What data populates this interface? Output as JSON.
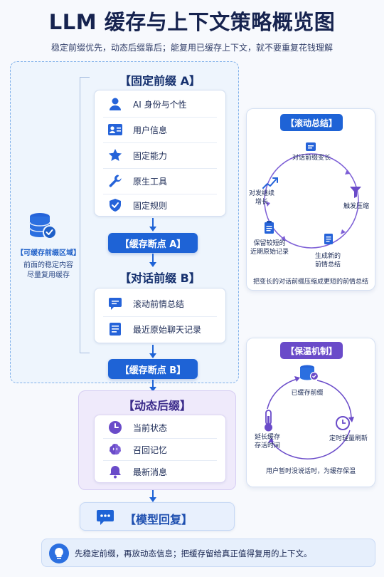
{
  "header": {
    "title": "LLM 缓存与上下文策略概览图",
    "subtitle": "稳定前缀优先，动态后缀靠后；能复用已缓存上下文，就不要重复花钱理解"
  },
  "cache_zone": {
    "label": "【可缓存前缀区域】",
    "desc_line1": "前面的稳定内容",
    "desc_line2": "尽量复用缓存"
  },
  "fixed_prefix": {
    "title": "【固定前缀 A】",
    "items": [
      {
        "icon": "person-icon",
        "label": "AI 身份与个性"
      },
      {
        "icon": "id-card-icon",
        "label": "用户信息"
      },
      {
        "icon": "star-icon",
        "label": "固定能力"
      },
      {
        "icon": "wrench-icon",
        "label": "原生工具"
      },
      {
        "icon": "shield-check-icon",
        "label": "固定规则"
      }
    ]
  },
  "breakpoint_a": "【缓存断点 A】",
  "conversation_prefix": {
    "title": "【对话前缀 B】",
    "items": [
      {
        "icon": "chat-icon",
        "label": "滚动前情总结"
      },
      {
        "icon": "document-icon",
        "label": "最近原始聊天记录"
      }
    ]
  },
  "breakpoint_b": "【缓存断点 B】",
  "dynamic_suffix": {
    "title": "【动态后缀】",
    "items": [
      {
        "icon": "clock-icon",
        "label": "当前状态"
      },
      {
        "icon": "brain-icon",
        "label": "召回记忆"
      },
      {
        "icon": "bell-icon",
        "label": "最新消息"
      }
    ]
  },
  "model_reply": "【模型回复】",
  "rolling_summary": {
    "tag": "【滚动总结】",
    "nodes": {
      "top": "对话前缀变长",
      "right": "触发压缩",
      "bottom_line1": "生成新的",
      "bottom_line2": "前情总结",
      "left_line1": "保留较短的",
      "left_line2": "近期原始记录",
      "topleft_line1": "对发继续",
      "topleft_line2": "增长"
    },
    "caption": "把变长的对话前缀压缩成更短的前情总结"
  },
  "keep_warm": {
    "tag": "【保温机制】",
    "nodes": {
      "top": "已缓存前缀",
      "right": "定时轻量刷新",
      "left_line1": "延长缓存",
      "left_line2": "存活时间"
    },
    "caption": "用户暂时没说话时，为缓存保温"
  },
  "footer": {
    "tip": "先稳定前缀，再放动态信息；把缓存留给真正值得复用的上下文。"
  },
  "colors": {
    "primary_blue": "#1e63d6",
    "purple": "#6a4bc9",
    "dark_navy": "#16234f"
  }
}
